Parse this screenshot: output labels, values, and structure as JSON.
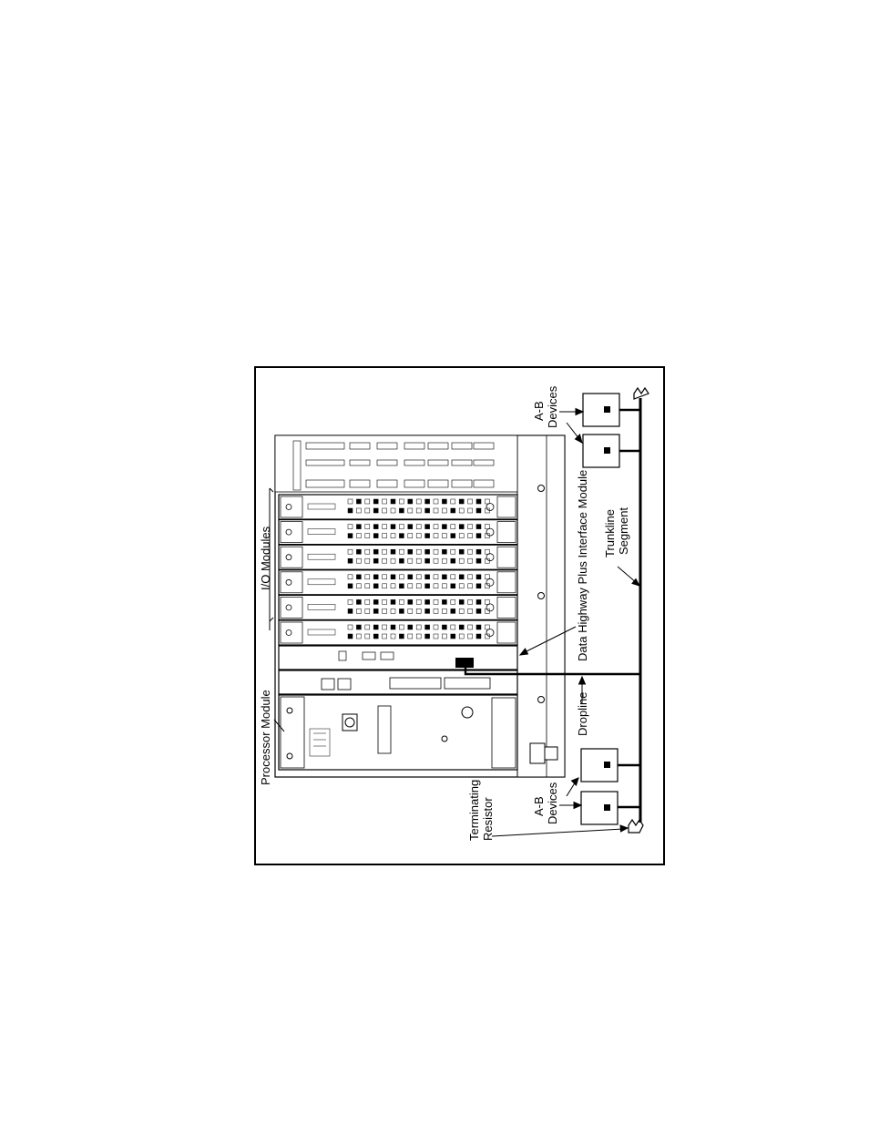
{
  "figure": {
    "labels": {
      "processor_module": "Processor Module",
      "io_modules": "I/O Modules",
      "dh_plus_interface": "Data Highway Plus Interface Module",
      "trunkline_segment_line1": "Trunkline",
      "trunkline_segment_line2": "Segment",
      "dropline": "Dropline",
      "terminating_resistor_line1": "Terminating",
      "terminating_resistor_line2": "Resistor",
      "ab_devices_top_line1": "A-B",
      "ab_devices_top_line2": "Devices",
      "ab_devices_bottom_line1": "A-B",
      "ab_devices_bottom_line2": "Devices"
    },
    "io_module_count": 6,
    "device_count_top": 2,
    "device_count_bottom": 2,
    "colors": {
      "ink": "#000000",
      "paper": "#ffffff",
      "panel": "#f4f4f4"
    }
  }
}
